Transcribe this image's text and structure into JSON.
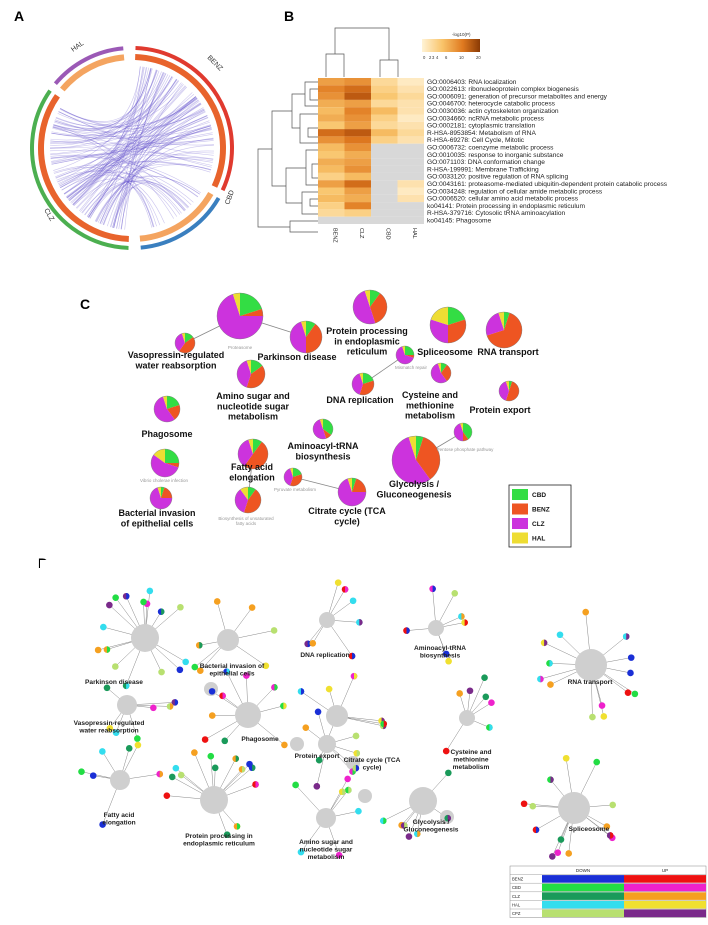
{
  "panels": [
    "A",
    "B",
    "C",
    "D"
  ],
  "panel_a": {
    "type": "circos",
    "segments": [
      {
        "label": "HAL",
        "color": "#9b59b6"
      },
      {
        "label": "BENZ",
        "color": "#e03a2f"
      },
      {
        "label": "CBD",
        "color": "#3a7fbf"
      },
      {
        "label": "CLZ",
        "color": "#4caf50"
      }
    ],
    "link_color": "#6a5acd"
  },
  "panel_b": {
    "legend_title": "-log10(P)",
    "legend_ticks": [
      "0",
      "2",
      "3",
      "4",
      "6",
      "10",
      "20"
    ],
    "columns": [
      "BENZ",
      "CLZ",
      "CBD",
      "HAL"
    ],
    "rows": [
      {
        "label": "GO:0006403: RNA localization",
        "values": [
          8,
          9,
          3,
          1
        ]
      },
      {
        "label": "GO:0022613: ribonucleoprotein complex biogenesis",
        "values": [
          10,
          12,
          4,
          2
        ]
      },
      {
        "label": "GO:0006091: generation of precursor metabolites and energy",
        "values": [
          9,
          14,
          5,
          3
        ]
      },
      {
        "label": "GO:0046700: heterocycle catabolic process",
        "values": [
          7,
          8,
          3,
          2
        ]
      },
      {
        "label": "GO:0030036: actin cytoskeleton organization",
        "values": [
          6,
          10,
          6,
          2
        ]
      },
      {
        "label": "GO:0034660: ncRNA metabolic process",
        "values": [
          7,
          9,
          4,
          1
        ]
      },
      {
        "label": "GO:0002181: cytoplasmic translation",
        "values": [
          5,
          8,
          3,
          2
        ]
      },
      {
        "label": "R-HSA-8953854: Metabolism of RNA",
        "values": [
          12,
          14,
          6,
          3
        ]
      },
      {
        "label": "R-HSA-69278: Cell Cycle, Mitotic",
        "values": [
          9,
          11,
          4,
          2
        ]
      },
      {
        "label": "GO:0006732: coenzyme metabolic process",
        "values": [
          6,
          9,
          null,
          null
        ]
      },
      {
        "label": "GO:0010035: response to inorganic substance",
        "values": [
          5,
          7,
          null,
          null
        ]
      },
      {
        "label": "GO:0071103: DNA conformation change",
        "values": [
          7,
          8,
          null,
          null
        ]
      },
      {
        "label": "R-HSA-199991: Membrane Trafficking",
        "values": [
          6,
          9,
          null,
          null
        ]
      },
      {
        "label": "GO:0033120: positive regulation of RNA splicing",
        "values": [
          4,
          6,
          null,
          null
        ]
      },
      {
        "label": "GO:0043161: proteasome-mediated ubiquitin-dependent protein catabolic process",
        "values": [
          8,
          12,
          null,
          2
        ]
      },
      {
        "label": "GO:0034248: regulation of cellular amide metabolic process",
        "values": [
          5,
          8,
          null,
          1
        ]
      },
      {
        "label": "GO:0006520: cellular amino acid metabolic process",
        "values": [
          6,
          7,
          null,
          2
        ]
      },
      {
        "label": "ko04141: Protein processing in endoplasmic reticulum",
        "values": [
          4,
          10,
          null,
          null
        ]
      },
      {
        "label": "R-HSA-379716: Cytosolic tRNA aminoacylation",
        "values": [
          3,
          4,
          null,
          null
        ]
      },
      {
        "label": "ko04145: Phagosome",
        "values": [
          null,
          null,
          null,
          null
        ]
      }
    ]
  },
  "panel_c": {
    "legend": [
      {
        "label": "CBD",
        "color": "#33dd44"
      },
      {
        "label": "BENZ",
        "color": "#ee5522"
      },
      {
        "label": "CLZ",
        "color": "#cc33dd"
      },
      {
        "label": "HAL",
        "color": "#eedd33"
      }
    ],
    "nodes": {
      "vasopressin": "Vasopressin-regulated water reabsorption",
      "proteasome": "Proteasome",
      "parkinson": "Parkinson disease",
      "protein_processing": "Protein processing in endoplasmic reticulum",
      "spliceosome": "Spliceosome",
      "rna_transport": "RNA transport",
      "amino_sugar": "Amino sugar and nucleotide sugar metabolism",
      "mismatch": "Mismatch repair",
      "dna_replication": "DNA replication",
      "cysteine": "Cysteine and methionine metabolism",
      "protein_export": "Protein export",
      "phagosome": "Phagosome",
      "aminoacyl": "Aminoacyl-tRNA biosynthesis",
      "pentose": "Pentose phosphate pathway",
      "vibrio": "Vibrio cholerae infection",
      "fatty_acid": "Fatty acid elongation",
      "glycolysis": "Glycolysis / Gluconeogenesis",
      "pyruvate": "Pyruvate metabolism",
      "biosynthesis_ufa": "Biosynthesis of unsaturated fatty acids",
      "tca": "Citrate cycle (TCA cycle)",
      "bacterial": "Bacterial invasion of epithelial cells"
    }
  },
  "panel_d": {
    "pathways": {
      "parkinson": "Parkinson disease",
      "bacterial": "Bacterial invasion of epithelial cells",
      "dna_replication": "DNA replication",
      "aminoacyl": "Aminoacyl-tRNA biosynthesis",
      "rna_transport": "RNA transport",
      "vasopressin": "Vasopressin-regulated water reabsorption",
      "phagosome": "Phagosome",
      "protein_export": "Protein export",
      "tca": "Citrate cycle (TCA cycle)",
      "cysteine": "Cysteine and methionine metabolism",
      "fatty_acid": "Fatty acid elongation",
      "protein_processing": "Protein processing in endoplasmic reticulum",
      "amino_sugar": "Amino sugar and nucleotide sugar metabolism",
      "glycolysis": "Glycolysis / Gluconeogenesis",
      "spliceosome": "Spliceosome"
    },
    "legend": {
      "headers": [
        "",
        "DOWN",
        "UP"
      ],
      "rows": [
        {
          "label": "BENZ",
          "down": "#1a2fd6",
          "up": "#ee1111"
        },
        {
          "label": "CBD",
          "down": "#22dd44",
          "up": "#ee22cc"
        },
        {
          "label": "CLZ",
          "down": "#1a9a5a",
          "up": "#f5a020"
        },
        {
          "label": "HAL",
          "down": "#33ddee",
          "up": "#f0e030"
        },
        {
          "label": "CPZ",
          "down": "#b8e070",
          "up": "#7a2a8a"
        }
      ]
    }
  }
}
